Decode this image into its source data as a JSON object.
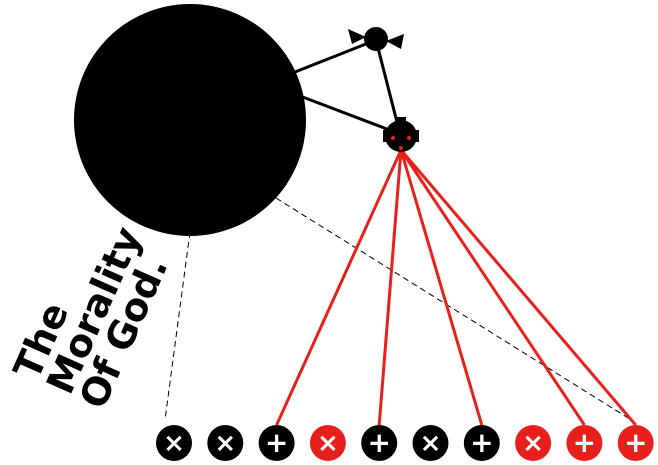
{
  "title": {
    "lines": [
      "The",
      "Morality",
      "Of God."
    ]
  },
  "colors": {
    "ink": "#000000",
    "accent": "#e8201b",
    "background": "#ffffff"
  },
  "nodes": {
    "large_circle": "large-black-circle",
    "top_node": "small-node-with-triangles",
    "hub_node": "hub-node-with-red-dots"
  },
  "symbols": [
    {
      "glyph": "×",
      "color": "#000000"
    },
    {
      "glyph": "×",
      "color": "#000000"
    },
    {
      "glyph": "+",
      "color": "#000000"
    },
    {
      "glyph": "×",
      "color": "#e8201b"
    },
    {
      "glyph": "+",
      "color": "#000000"
    },
    {
      "glyph": "×",
      "color": "#000000"
    },
    {
      "glyph": "+",
      "color": "#000000"
    },
    {
      "glyph": "×",
      "color": "#e8201b"
    },
    {
      "glyph": "+",
      "color": "#e8201b"
    },
    {
      "glyph": "+",
      "color": "#e8201b"
    }
  ]
}
